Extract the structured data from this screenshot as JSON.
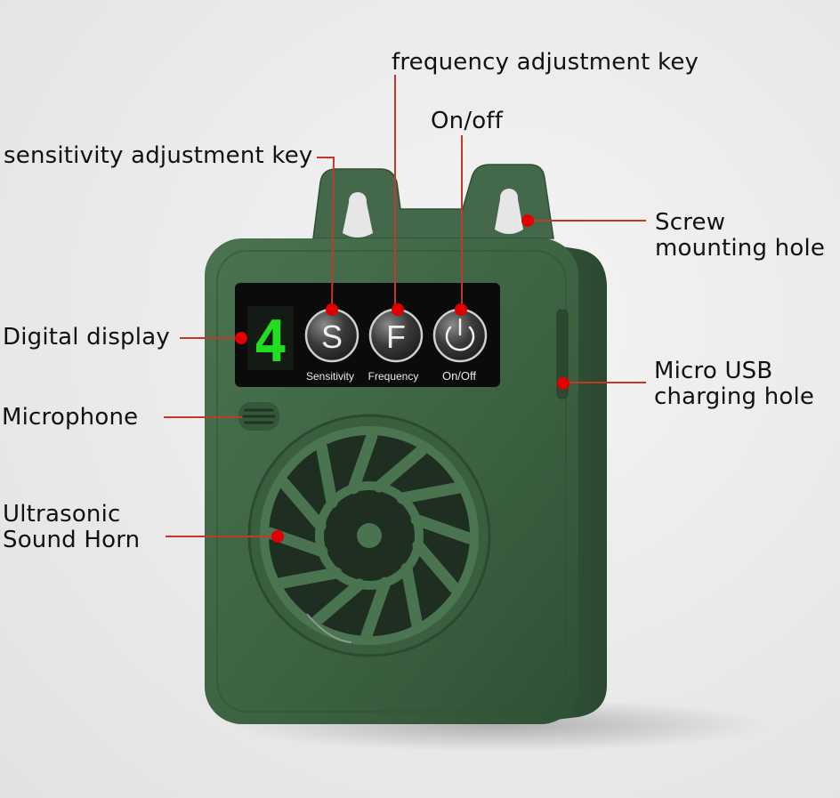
{
  "labels": {
    "frequency_key": "frequency adjustment key",
    "on_off": "On/off",
    "sensitivity_key": "sensitivity adjustment key",
    "screw_hole": "Screw\nmounting hole",
    "digital_display": "Digital display",
    "micro_usb": "Micro USB\ncharging hole",
    "microphone": "Microphone",
    "horn": "Ultrasonic\nSound Horn"
  },
  "device": {
    "display_digit": "4",
    "buttons": [
      {
        "glyph": "S",
        "caption": "Sensitivity"
      },
      {
        "glyph": "F",
        "caption": "Frequency"
      },
      {
        "glyph": "power-icon",
        "caption": "On/Off"
      }
    ]
  },
  "colors": {
    "body": "#3d6340",
    "leader": "#c0392b",
    "dot": "#e10000",
    "digit": "#22dd22"
  }
}
